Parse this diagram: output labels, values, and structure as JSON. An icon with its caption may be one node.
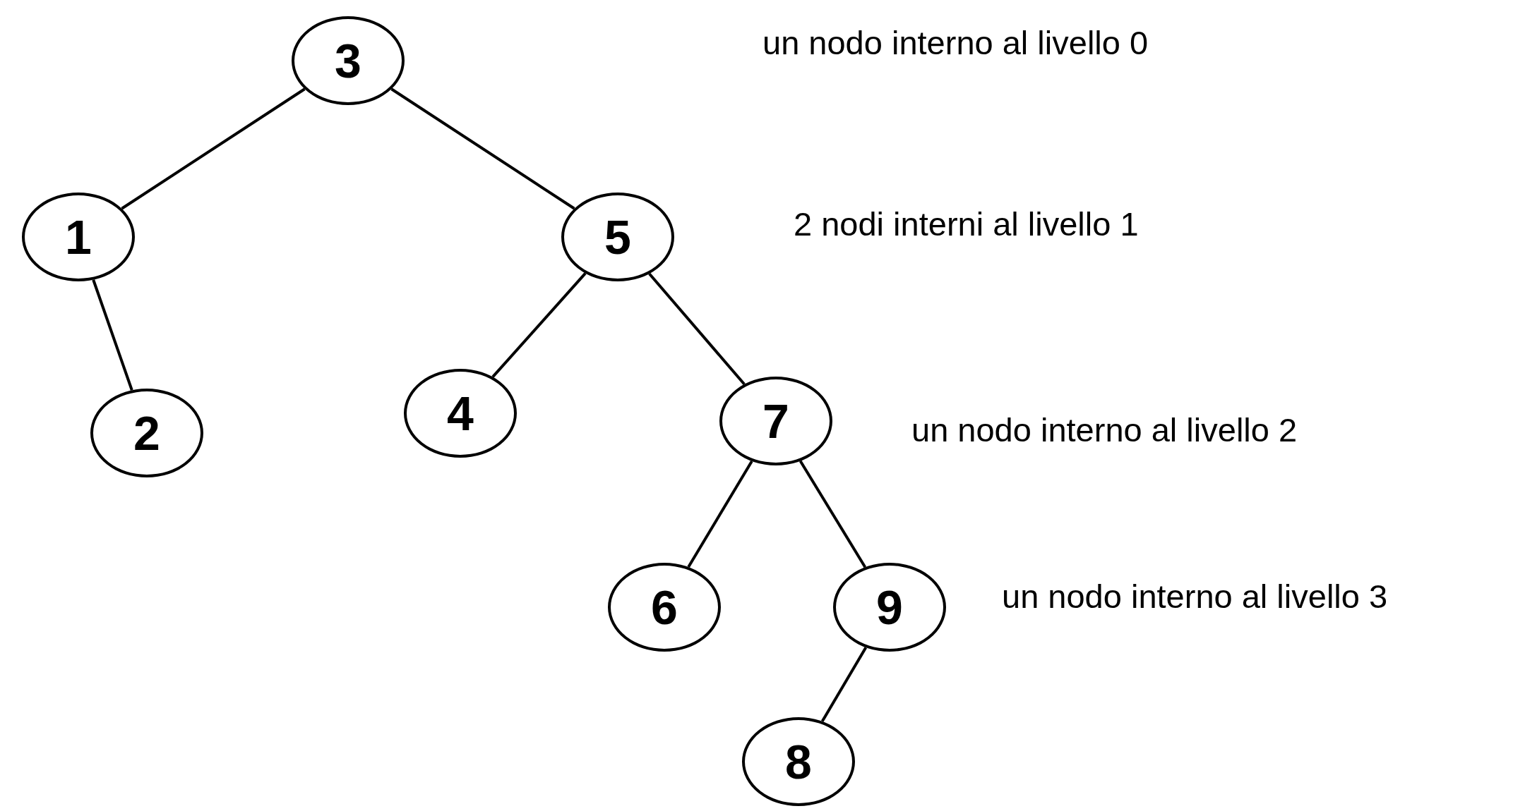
{
  "diagram": {
    "nodes": [
      {
        "text": [
          "3"
        ]
      },
      {
        "text": [
          "1"
        ]
      },
      {
        "text": [
          "5"
        ]
      },
      {
        "text": [
          "2"
        ]
      },
      {
        "text": [
          "4"
        ]
      },
      {
        "text": [
          "7"
        ]
      },
      {
        "text": [
          "6"
        ]
      },
      {
        "text": [
          "9"
        ]
      },
      {
        "text": [
          "8"
        ]
      }
    ],
    "edges": [
      {
        "from": 0,
        "to": 1,
        "arrow": "none"
      },
      {
        "from": 0,
        "to": 2,
        "arrow": "none"
      },
      {
        "from": 1,
        "to": 3,
        "arrow": "none"
      },
      {
        "from": 2,
        "to": 4,
        "arrow": "none"
      },
      {
        "from": 2,
        "to": 5,
        "arrow": "none"
      },
      {
        "from": 5,
        "to": 6,
        "arrow": "none"
      },
      {
        "from": 5,
        "to": 7,
        "arrow": "none"
      },
      {
        "from": 7,
        "to": 8,
        "arrow": "none"
      }
    ],
    "labels": [
      "un nodo interno al livello 0",
      "2 nodi interni al livello 1",
      "un nodo interno al livello 2",
      "un nodo interno al livello 3"
    ]
  }
}
